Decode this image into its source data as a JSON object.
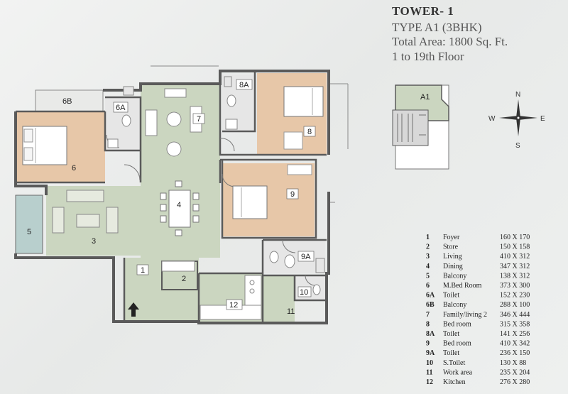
{
  "header": {
    "title": "TOWER- 1",
    "type": "TYPE A1 (3BHK)",
    "area": "Total Area: 1800 Sq. Ft.",
    "floors": "1 to 19th Floor"
  },
  "colors": {
    "bedroom": "#e7c7a8",
    "living": "#cbd6c0",
    "balcony": "#b8cfcd",
    "wet": "#e6e6e6",
    "wall": "#5a5a5a"
  },
  "key_plan": {
    "unit_label": "A1"
  },
  "compass": {
    "n": "N",
    "s": "S",
    "e": "E",
    "w": "W"
  },
  "rooms": {
    "r1": "1",
    "r2": "2",
    "r3": "3",
    "r4": "4",
    "r5": "5",
    "r6": "6",
    "r6a": "6A",
    "r6b": "6B",
    "r7": "7",
    "r8": "8",
    "r8a": "8A",
    "r9": "9",
    "r9a": "9A",
    "r10": "10",
    "r11": "11",
    "r12": "12"
  },
  "legend": [
    {
      "no": "1",
      "name": "Foyer",
      "dim": "160 X 170"
    },
    {
      "no": "2",
      "name": "Store",
      "dim": "150 X 158"
    },
    {
      "no": "3",
      "name": "Living",
      "dim": "410 X 312"
    },
    {
      "no": "4",
      "name": "Dining",
      "dim": "347 X 312"
    },
    {
      "no": "5",
      "name": "Balcony",
      "dim": "138 X 312"
    },
    {
      "no": "6",
      "name": "M.Bed Room",
      "dim": "373 X 300"
    },
    {
      "no": "6A",
      "name": "Toilet",
      "dim": "152 X 230"
    },
    {
      "no": "6B",
      "name": "Balcony",
      "dim": "288 X 100"
    },
    {
      "no": "7",
      "name": "Family/living 2",
      "dim": "346 X 444"
    },
    {
      "no": "8",
      "name": "Bed room",
      "dim": "315 X 358"
    },
    {
      "no": "8A",
      "name": "Toilet",
      "dim": "141 X 256"
    },
    {
      "no": "9",
      "name": "Bed room",
      "dim": "410 X 342"
    },
    {
      "no": "9A",
      "name": "Toilet",
      "dim": "236 X 150"
    },
    {
      "no": "10",
      "name": "S.Toilet",
      "dim": "130 X 88"
    },
    {
      "no": "11",
      "name": "Work area",
      "dim": "235 X 204"
    },
    {
      "no": "12",
      "name": "Kitchen",
      "dim": "276 X 280"
    }
  ]
}
